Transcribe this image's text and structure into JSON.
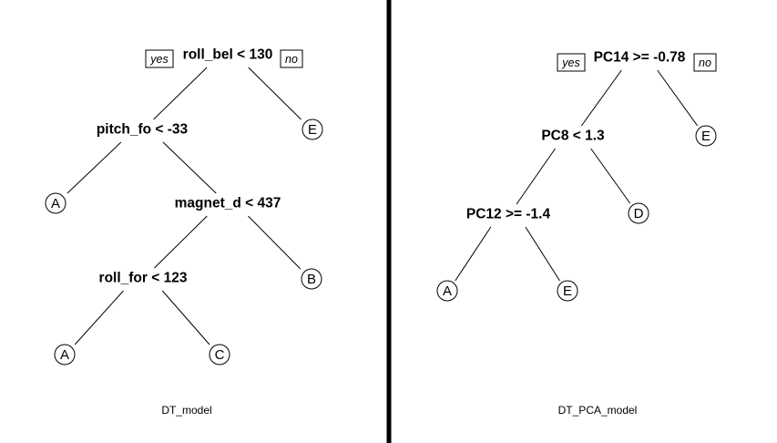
{
  "trees": [
    {
      "id": "dt",
      "caption": "DT_model",
      "yes_label": "yes",
      "no_label": "no",
      "splits": [
        {
          "id": "s1",
          "label": "roll_bel < 130"
        },
        {
          "id": "s2",
          "label": "pitch_fo < -33"
        },
        {
          "id": "s3",
          "label": "magnet_d < 437"
        },
        {
          "id": "s4",
          "label": "roll_for < 123"
        }
      ],
      "leaves": [
        {
          "id": "l1",
          "label": "E"
        },
        {
          "id": "l2",
          "label": "A"
        },
        {
          "id": "l3",
          "label": "B"
        },
        {
          "id": "l4",
          "label": "A"
        },
        {
          "id": "l5",
          "label": "C"
        }
      ],
      "edges": [
        [
          "s1",
          "s2"
        ],
        [
          "s1",
          "l1"
        ],
        [
          "s2",
          "l2"
        ],
        [
          "s2",
          "s3"
        ],
        [
          "s3",
          "s4"
        ],
        [
          "s3",
          "l3"
        ],
        [
          "s4",
          "l4"
        ],
        [
          "s4",
          "l5"
        ]
      ]
    },
    {
      "id": "pca",
      "caption": "DT_PCA_model",
      "yes_label": "yes",
      "no_label": "no",
      "splits": [
        {
          "id": "s1",
          "label": "PC14 >= -0.78"
        },
        {
          "id": "s2",
          "label": "PC8 < 1.3"
        },
        {
          "id": "s3",
          "label": "PC12 >= -1.4"
        }
      ],
      "leaves": [
        {
          "id": "l1",
          "label": "E"
        },
        {
          "id": "l2",
          "label": "D"
        },
        {
          "id": "l3",
          "label": "A"
        },
        {
          "id": "l4",
          "label": "E"
        }
      ],
      "edges": [
        [
          "s1",
          "s2"
        ],
        [
          "s1",
          "l1"
        ],
        [
          "s2",
          "s3"
        ],
        [
          "s2",
          "l2"
        ],
        [
          "s3",
          "l3"
        ],
        [
          "s3",
          "l4"
        ]
      ]
    }
  ]
}
